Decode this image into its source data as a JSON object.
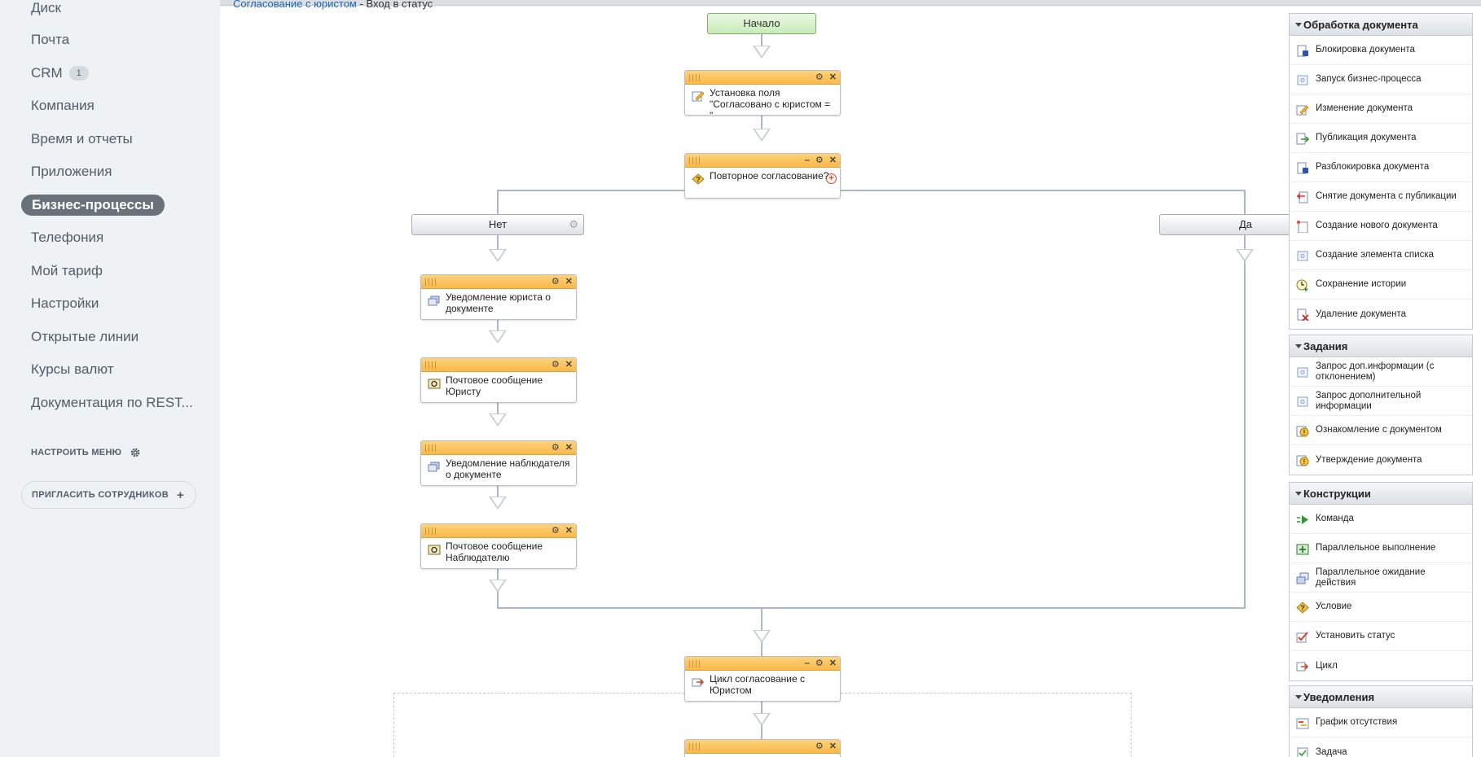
{
  "sidebar": {
    "items": [
      {
        "label": "Диск"
      },
      {
        "label": "Почта"
      },
      {
        "label": "CRM",
        "counter": "1"
      },
      {
        "label": "Компания"
      },
      {
        "label": "Время и отчеты"
      },
      {
        "label": "Приложения"
      },
      {
        "label": "Бизнес-процессы",
        "active": true
      },
      {
        "label": "Телефония"
      },
      {
        "label": "Мой тариф"
      },
      {
        "label": "Настройки"
      },
      {
        "label": "Открытые линии"
      },
      {
        "label": "Курсы валют"
      },
      {
        "label": "Документация по REST..."
      }
    ],
    "configure_menu": "НАСТРОИТЬ МЕНЮ",
    "invite_button": "ПРИГЛАСИТЬ СОТРУДНИКОВ"
  },
  "breadcrumb": {
    "link": "Согласование с юристом",
    "separator": " - ",
    "current": "Вход в статус"
  },
  "diagram": {
    "start_label": "Начало",
    "set_field": "Установка поля \"Согласовано с юристом = \"",
    "condition": "Повторное согласование?",
    "branch_no": "Нет",
    "branch_yes": "Да",
    "notify_lawyer": "Уведомление юриста о документе",
    "mail_lawyer": "Почтовое сообщение Юристу",
    "notify_observer": "Уведомление наблюдателя о документе",
    "mail_observer": "Почтовое сообщение Наблюдателю",
    "loop": "Цикл согласование с Юристом"
  },
  "toolbox": {
    "groups": [
      {
        "title": "Обработка документа",
        "items": [
          {
            "label": "Блокировка документа",
            "icon": "lock-document-icon"
          },
          {
            "label": "Запуск бизнес-процесса",
            "icon": "generic-activity-icon"
          },
          {
            "label": "Изменение документа",
            "icon": "edit-document-icon"
          },
          {
            "label": "Публикация документа",
            "icon": "publish-document-icon"
          },
          {
            "label": "Разблокировка документа",
            "icon": "unlock-document-icon"
          },
          {
            "label": "Снятие документа с публикации",
            "icon": "unpublish-document-icon"
          },
          {
            "label": "Создание нового документа",
            "icon": "new-document-icon"
          },
          {
            "label": "Создание элемента списка",
            "icon": "generic-activity-icon"
          },
          {
            "label": "Сохранение истории",
            "icon": "history-clock-icon"
          },
          {
            "label": "Удаление документа",
            "icon": "delete-document-icon"
          }
        ]
      },
      {
        "title": "Задания",
        "items": [
          {
            "label": "Запрос доп.информации (с отклонением)",
            "icon": "generic-activity-icon"
          },
          {
            "label": "Запрос дополнительной информации",
            "icon": "generic-activity-icon"
          },
          {
            "label": "Ознакомление с документом",
            "icon": "review-task-icon"
          },
          {
            "label": "Утверждение документа",
            "icon": "approve-task-icon"
          }
        ]
      },
      {
        "title": "Конструкции",
        "items": [
          {
            "label": "Команда",
            "icon": "command-arrow-icon"
          },
          {
            "label": "Параллельное выполнение",
            "icon": "parallel-execution-icon"
          },
          {
            "label": "Параллельное ожидание действия",
            "icon": "parallel-wait-icon"
          },
          {
            "label": "Условие",
            "icon": "condition-question-icon"
          },
          {
            "label": "Установить статус",
            "icon": "set-status-check-icon"
          },
          {
            "label": "Цикл",
            "icon": "loop-icon"
          }
        ]
      },
      {
        "title": "Уведомления",
        "items": [
          {
            "label": "График отсутствия",
            "icon": "absence-calendar-icon"
          },
          {
            "label": "Задача",
            "icon": "task-clipboard-icon"
          }
        ]
      }
    ]
  },
  "colors": {
    "sidebar_bg": "#eef2f4",
    "active_menu_bg": "#69717a",
    "activity_header": "#f8b94a",
    "start_node": "#c8ecb9",
    "connector": "#aab7c9"
  }
}
